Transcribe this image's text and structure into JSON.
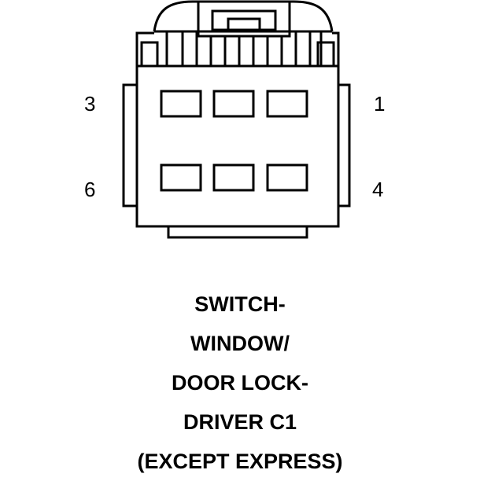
{
  "connector": {
    "pin_labels": {
      "top_left": "3",
      "top_right": "1",
      "bottom_left": "6",
      "bottom_right": "4"
    },
    "cavity_rows": 2,
    "cavity_columns": 3,
    "line_color": "#000000",
    "background_color": "#ffffff"
  },
  "caption": {
    "lines": [
      "SWITCH-",
      "WINDOW/",
      "DOOR LOCK-",
      "DRIVER C1",
      "(EXCEPT EXPRESS)"
    ]
  }
}
